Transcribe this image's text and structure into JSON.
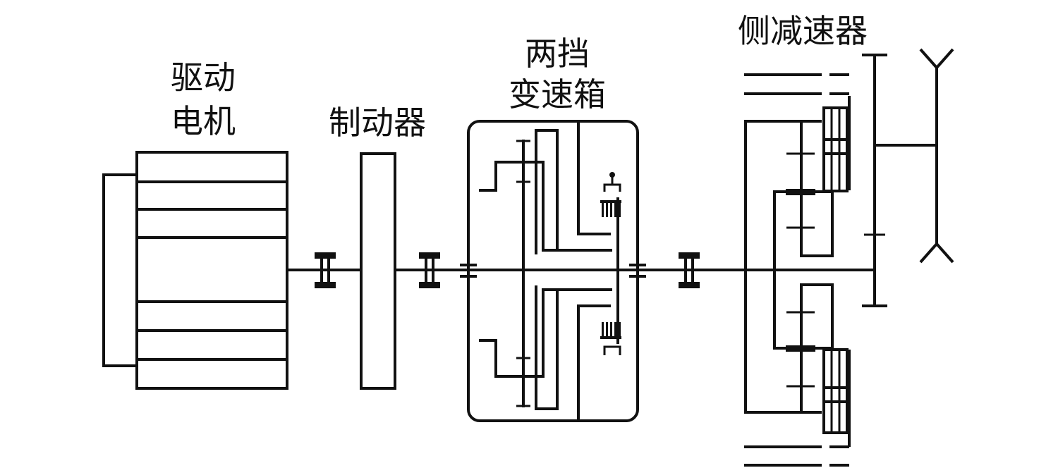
{
  "labels": {
    "motor": [
      "驱动",
      "电机"
    ],
    "brake": "制动器",
    "gearbox": [
      "两挡",
      "变速箱"
    ],
    "side_reducer": "侧减速器"
  }
}
